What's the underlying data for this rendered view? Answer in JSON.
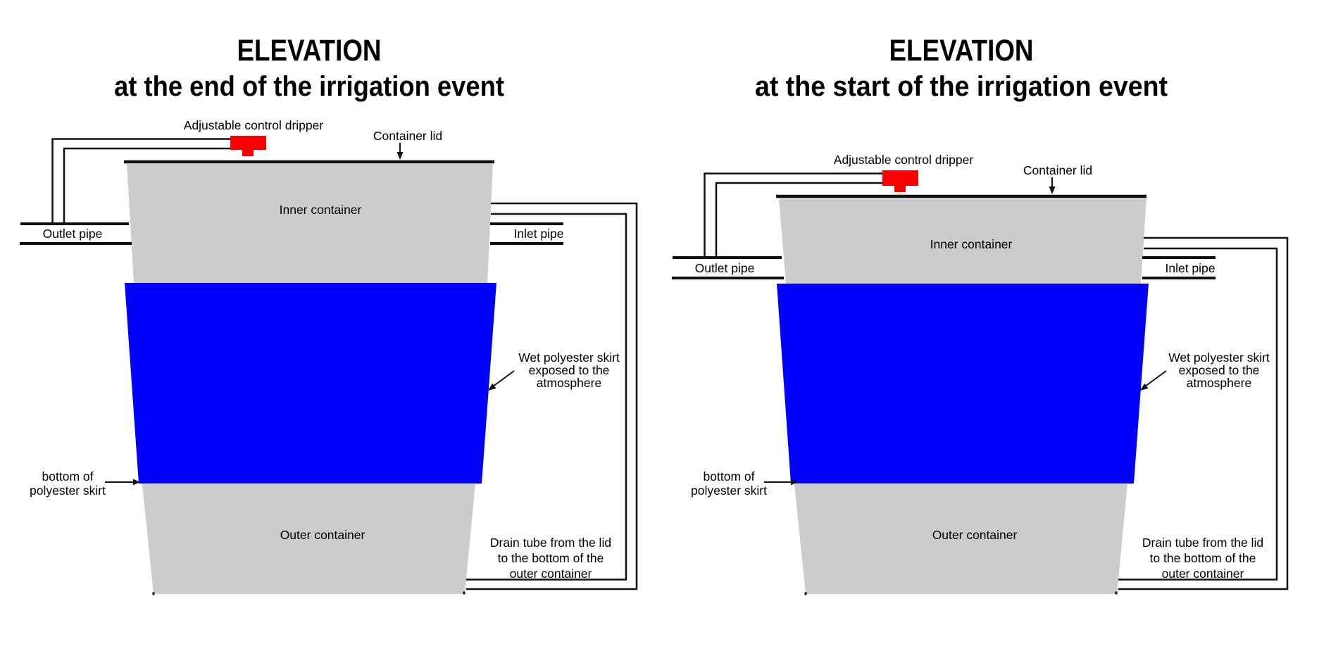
{
  "colors": {
    "background": "#ffffff",
    "container_gray": "#cccccc",
    "skirt_blue": "#0000ff",
    "dripper_red": "#ff0000",
    "line_black": "#111111"
  },
  "left_diagram": {
    "title_line1": "ELEVATION",
    "title_line2": "at the end of the irrigation event"
  },
  "right_diagram": {
    "title_line1": "ELEVATION",
    "title_line2": "at the start of the irrigation event"
  },
  "shared_labels": {
    "dripper": "Adjustable control dripper",
    "lid": "Container lid",
    "inner": "Inner container",
    "outlet": "Outlet pipe",
    "inlet": "Inlet pipe",
    "skirt_l1": "Wet polyester skirt",
    "skirt_l2": "exposed to the",
    "skirt_l3": "atmosphere",
    "skirt_bottom_l1": "bottom of",
    "skirt_bottom_l2": "polyester skirt",
    "outer": "Outer container",
    "drain_l1": "Drain tube from the lid",
    "drain_l2": "to the bottom of the",
    "drain_l3": "outer container"
  }
}
